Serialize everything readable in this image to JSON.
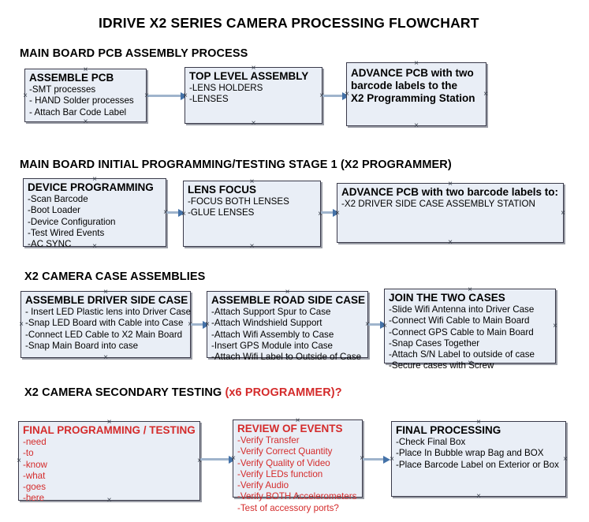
{
  "document": {
    "title": "IDRIVE X2  SERIES CAMERA PROCESSING FLOWCHART"
  },
  "sections": [
    {
      "id": "main-board-pcb-assembly",
      "heading": "MAIN BOARD PCB ASSEMBLY PROCESS",
      "heading_red_suffix": "",
      "nodes": [
        {
          "id": "assemble-pcb",
          "title": "ASSEMBLE PCB",
          "color": "black",
          "lines": [
            "-SMT processes",
            "- HAND Solder processes",
            "- Attach Bar Code Label"
          ]
        },
        {
          "id": "top-level-assembly",
          "title": "TOP LEVEL ASSEMBLY",
          "color": "black",
          "lines": [
            "-LENS HOLDERS",
            "-LENSES"
          ]
        },
        {
          "id": "advance-pcb-programming-station",
          "title": "ADVANCE PCB with two\nbarcode labels to the\n X2 Programming Station",
          "color": "black",
          "lines": []
        }
      ]
    },
    {
      "id": "main-board-initial-programming",
      "heading": "MAIN BOARD INITIAL PROGRAMMING/TESTING STAGE 1 (X2 PROGRAMMER)",
      "heading_red_suffix": "",
      "nodes": [
        {
          "id": "device-programming",
          "title": "DEVICE PROGRAMMING",
          "color": "black",
          "lines": [
            "-Scan Barcode",
            "-Boot Loader",
            "-Device Configuration",
            "-Test Wired Events",
            "-AC SYNC"
          ]
        },
        {
          "id": "lens-focus",
          "title": "LENS FOCUS",
          "color": "black",
          "lines": [
            "-FOCUS BOTH LENSES",
            "-GLUE LENSES"
          ]
        },
        {
          "id": "advance-pcb-driver-side-case",
          "title": "ADVANCE PCB with two barcode labels to:",
          "color": "black",
          "lines": [
            "-X2 DRIVER  SIDE  CASE  ASSEMBLY STATION"
          ]
        }
      ]
    },
    {
      "id": "x2-camera-case-assemblies",
      "heading": "X2 CAMERA CASE ASSEMBLIES",
      "heading_red_suffix": "",
      "nodes": [
        {
          "id": "assemble-driver-side-case",
          "title": "ASSEMBLE DRIVER SIDE CASE",
          "color": "black",
          "lines": [
            "- Insert LED Plastic lens into Driver Case",
            "-Snap LED Board with Cable into Case",
            "-Connect LED Cable to X2 Main Board",
            "-Snap Main Board into case"
          ]
        },
        {
          "id": "assemble-road-side-case",
          "title": "ASSEMBLE ROAD SIDE CASE",
          "color": "black",
          "lines": [
            "-Attach Support Spur to Case",
            "-Attach Windshield Support",
            "-Attach Wifi Assembly to Case",
            "-Insert GPS Module into Case",
            "-Attach Wifi Label to Outside of Case"
          ]
        },
        {
          "id": "join-the-two-cases",
          "title": "JOIN THE TWO CASES",
          "color": "black",
          "lines": [
            "-Slide Wifi Antenna into Driver Case",
            "-Connect Wifi Cable to Main Board",
            "-Connect GPS Cable to Main Board",
            "-Snap Cases Together",
            "-Attach S/N Label to outside of case",
            "-Secure cases with Screw"
          ]
        }
      ]
    },
    {
      "id": "x2-camera-secondary-testing",
      "heading": "X2 CAMERA SECONDARY TESTING ",
      "heading_red_suffix": "(x6 PROGRAMMER)?",
      "nodes": [
        {
          "id": "final-programming-testing",
          "title": "FINAL PROGRAMMING / TESTING",
          "color": "red",
          "lines": [
            "-need",
            "-to",
            "-know",
            "-what",
            "-goes",
            "-here"
          ]
        },
        {
          "id": "review-of-events",
          "title": "REVIEW OF EVENTS",
          "color": "red",
          "lines": [
            "-Verify Transfer",
            "-Verify Correct Quantity",
            "-Verify Quality of Video",
            "-Verify LEDs function",
            "-Verify Audio",
            "-Verify BOTH Accelerometers",
            "-Test of accessory ports?"
          ]
        },
        {
          "id": "final-processing",
          "title": "FINAL PROCESSING",
          "color": "black",
          "lines": [
            " -Check Final Box",
            "-Place In Bubble wrap Bag and BOX",
            "-Place Barcode Label on Exterior or Box"
          ]
        }
      ]
    }
  ],
  "colors": {
    "node_fill": "#e9eef6",
    "node_border": "#3a3a4a",
    "connector_line": "#9fb4cc",
    "connector_arrow": "#4472a8",
    "red_text": "#d42b2b",
    "black_text": "#000000",
    "background": "#ffffff"
  },
  "connectors": [
    {
      "id": "conn-assemble-pcb-to-top-level",
      "from": "assemble-pcb",
      "to": "top-level-assembly"
    },
    {
      "id": "conn-top-level-to-advance-pcb",
      "from": "top-level-assembly",
      "to": "advance-pcb-programming-station"
    },
    {
      "id": "conn-device-programming-to-lens-focus",
      "from": "device-programming",
      "to": "lens-focus"
    },
    {
      "id": "conn-lens-focus-to-advance-pcb-driver",
      "from": "lens-focus",
      "to": "advance-pcb-driver-side-case"
    },
    {
      "id": "conn-driver-case-to-road-case",
      "from": "assemble-driver-side-case",
      "to": "assemble-road-side-case"
    },
    {
      "id": "conn-road-case-to-join-cases",
      "from": "assemble-road-side-case",
      "to": "join-the-two-cases"
    },
    {
      "id": "conn-final-programming-to-review",
      "from": "final-programming-testing",
      "to": "review-of-events"
    },
    {
      "id": "conn-review-to-final-processing",
      "from": "review-of-events",
      "to": "final-processing"
    }
  ]
}
